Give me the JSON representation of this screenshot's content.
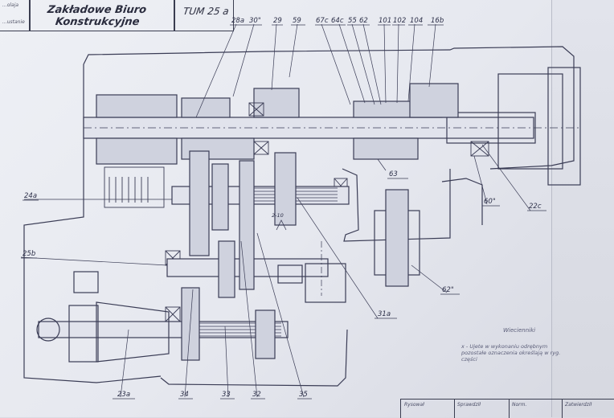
{
  "title_block": {
    "small_top": "...olaja",
    "small_bottom": "...ustanie",
    "office_line1": "Zakładowe Biuro",
    "office_line2": "Konstrukcyjne",
    "drawing_code": "TUM 25 a"
  },
  "callouts": {
    "top": [
      "28a",
      "30\"",
      "29",
      "59",
      "67c",
      "64c",
      "55",
      "62",
      "101",
      "102",
      "104",
      "16b"
    ],
    "right": [
      "63",
      "60\"",
      "22c",
      "62\"",
      "31a"
    ],
    "left": [
      "24a",
      "25b",
      "23a"
    ],
    "bottom": [
      "34",
      "33",
      "32",
      "35"
    ],
    "center": "2-10"
  },
  "legend": {
    "heading": "Wiecienniki",
    "line1": "x - Ujete w wykonaniu odrębnym",
    "line2": "pozostałe oznaczenia określają w ryg. części"
  },
  "bottom_block": {
    "cell1": "Rysował",
    "cell2": "Sprawdził",
    "cell3": "Norm.",
    "cell4": "Zatwierdził"
  }
}
